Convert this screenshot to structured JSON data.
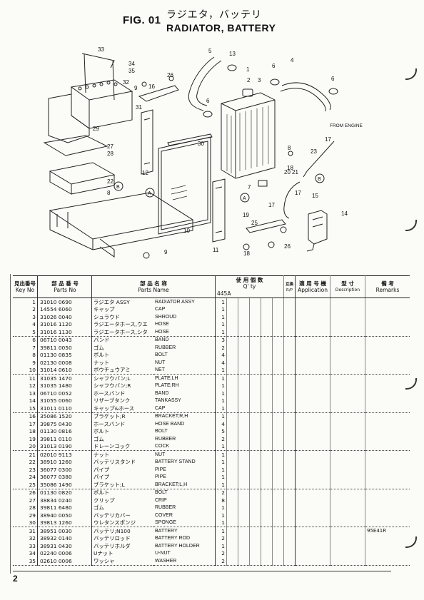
{
  "header": {
    "fig": "FIG. 01",
    "title_jp": "ラジエタ，バッテリ",
    "title_en": "RADIATOR, BATTERY"
  },
  "diagram": {
    "callouts": [
      "1",
      "2",
      "3",
      "4",
      "5",
      "6",
      "6",
      "6",
      "7",
      "8",
      "8",
      "9",
      "9",
      "10",
      "11",
      "12",
      "13",
      "14",
      "15",
      "16",
      "17",
      "17",
      "17",
      "18",
      "18",
      "19",
      "20",
      "21",
      "22",
      "23",
      "25",
      "26",
      "26",
      "27",
      "28",
      "29",
      "30",
      "31",
      "32",
      "33",
      "34",
      "35"
    ],
    "circle_labels": [
      "A",
      "A",
      "B",
      "B"
    ],
    "from_engine": "FROM ENGINE"
  },
  "table": {
    "headers": {
      "key_jp": "見出番号",
      "key_en": "Key No",
      "parts_no_jp": "部 品 番 号",
      "parts_no_en": "Parts No",
      "parts_name_jp": "部 品 名 称",
      "parts_name_en": "Parts Name",
      "qty_jp": "使 用 個 数",
      "qty_en": "Q' ty",
      "qty_model": "445A",
      "interchange_jp": "互換",
      "interchange_en": "R/P",
      "application_jp": "適 用 号 機",
      "application_en": "Application",
      "description_jp": "型 寸",
      "description_en": "Description",
      "remarks_jp": "備 考",
      "remarks_en": "Remarks"
    },
    "rows": [
      {
        "key": "1",
        "part_no": "31010 0690",
        "name_jp": "ラジエタ ASSY",
        "name_en": "RADIATOR ASSY",
        "qty": "1",
        "remarks": ""
      },
      {
        "key": "2",
        "part_no": "14554 6060",
        "name_jp": "キャップ",
        "name_en": "CAP",
        "qty": "1",
        "remarks": ""
      },
      {
        "key": "3",
        "part_no": "31026 0040",
        "name_jp": "シュラウド",
        "name_en": "SHROUD",
        "qty": "1",
        "remarks": ""
      },
      {
        "key": "4",
        "part_no": "31016 1120",
        "name_jp": "ラジエータホース,ウエ",
        "name_en": "HOSE",
        "qty": "1",
        "remarks": ""
      },
      {
        "key": "5",
        "part_no": "31016 1130",
        "name_jp": "ラジエータホース,シタ",
        "name_en": "HOSE",
        "qty": "1",
        "remarks": ""
      },
      {
        "key": "6",
        "part_no": "06710 0043",
        "name_jp": "バンド",
        "name_en": "BAND",
        "qty": "3",
        "remarks": ""
      },
      {
        "key": "7",
        "part_no": "39811 0050",
        "name_jp": "ゴム",
        "name_en": "RUBBER",
        "qty": "2",
        "remarks": ""
      },
      {
        "key": "8",
        "part_no": "01130 0835",
        "name_jp": "ボルト",
        "name_en": "BOLT",
        "qty": "4",
        "remarks": ""
      },
      {
        "key": "9",
        "part_no": "02130 0008",
        "name_jp": "ナット",
        "name_en": "NUT",
        "qty": "4",
        "remarks": ""
      },
      {
        "key": "10",
        "part_no": "31014 0610",
        "name_jp": "ボウチュウアミ",
        "name_en": "NET",
        "qty": "1",
        "remarks": ""
      },
      {
        "key": "11",
        "part_no": "31035 1470",
        "name_jp": "シャフウバン;L",
        "name_en": "PLATE;LH",
        "qty": "1",
        "remarks": ""
      },
      {
        "key": "12",
        "part_no": "31035 1480",
        "name_jp": "シャフウバン;R",
        "name_en": "PLATE;RH",
        "qty": "1",
        "remarks": ""
      },
      {
        "key": "13",
        "part_no": "06710 0052",
        "name_jp": "ホースバンド",
        "name_en": "BAND",
        "qty": "1",
        "remarks": ""
      },
      {
        "key": "14",
        "part_no": "31055 0060",
        "name_jp": "リザーブタンク",
        "name_en": "TANKASSY",
        "qty": "1",
        "remarks": ""
      },
      {
        "key": "15",
        "part_no": "31011 0110",
        "name_jp": "キャップ&ホース",
        "name_en": "CAP",
        "qty": "1",
        "remarks": ""
      },
      {
        "key": "16",
        "part_no": "35086 1520",
        "name_jp": "ブラケット;R",
        "name_en": "BRACKET;R,H",
        "qty": "1",
        "remarks": ""
      },
      {
        "key": "17",
        "part_no": "39875 0430",
        "name_jp": "ホースバンド",
        "name_en": "HOSE BAND",
        "qty": "4",
        "remarks": ""
      },
      {
        "key": "18",
        "part_no": "01130 0816",
        "name_jp": "ボルト",
        "name_en": "BOLT",
        "qty": "5",
        "remarks": ""
      },
      {
        "key": "19",
        "part_no": "39811 0110",
        "name_jp": "ゴム",
        "name_en": "RUBBER",
        "qty": "2",
        "remarks": ""
      },
      {
        "key": "20",
        "part_no": "31013 0190",
        "name_jp": "ドレーンコック",
        "name_en": "COCK",
        "qty": "1",
        "remarks": ""
      },
      {
        "key": "21",
        "part_no": "02010 9113",
        "name_jp": "ナット",
        "name_en": "NUT",
        "qty": "1",
        "remarks": ""
      },
      {
        "key": "22",
        "part_no": "38910 1260",
        "name_jp": "バッテリスタンド",
        "name_en": "BATTERY STAND",
        "qty": "1",
        "remarks": ""
      },
      {
        "key": "23",
        "part_no": "36077 0300",
        "name_jp": "パイプ",
        "name_en": "PIPE",
        "qty": "1",
        "remarks": ""
      },
      {
        "key": "24",
        "part_no": "36077 0380",
        "name_jp": "パイプ",
        "name_en": "PIPE",
        "qty": "1",
        "remarks": ""
      },
      {
        "key": "25",
        "part_no": "35086 1490",
        "name_jp": "ブラケット;L",
        "name_en": "BRACKET;L,H",
        "qty": "1",
        "remarks": ""
      },
      {
        "key": "26",
        "part_no": "01130 0820",
        "name_jp": "ボルト",
        "name_en": "BOLT",
        "qty": "2",
        "remarks": ""
      },
      {
        "key": "27",
        "part_no": "38834 0240",
        "name_jp": "クリップ",
        "name_en": "CRIP",
        "qty": "8",
        "remarks": ""
      },
      {
        "key": "28",
        "part_no": "39811 6480",
        "name_jp": "ゴム",
        "name_en": "RUBBER",
        "qty": "1",
        "remarks": ""
      },
      {
        "key": "29",
        "part_no": "38940 0050",
        "name_jp": "バッテリカバー",
        "name_en": "COVER",
        "qty": "1",
        "remarks": ""
      },
      {
        "key": "30",
        "part_no": "39813 1260",
        "name_jp": "ウレタンスポンジ",
        "name_en": "SPONGE",
        "qty": "1",
        "remarks": ""
      },
      {
        "key": "31",
        "part_no": "38951 0030",
        "name_jp": "バッテリ;N100",
        "name_en": "BATTERY",
        "qty": "1",
        "remarks": "95E41R"
      },
      {
        "key": "32",
        "part_no": "38932 0140",
        "name_jp": "バッテリロッド",
        "name_en": "BATTERY ROD",
        "qty": "2",
        "remarks": ""
      },
      {
        "key": "33",
        "part_no": "38931 0430",
        "name_jp": "バッテリホルダ",
        "name_en": "BATTERY HOLDER",
        "qty": "1",
        "remarks": ""
      },
      {
        "key": "34",
        "part_no": "02240 0006",
        "name_jp": "Uナット",
        "name_en": "U-NUT",
        "qty": "2",
        "remarks": ""
      },
      {
        "key": "35",
        "part_no": "02610 0006",
        "name_jp": "ワッシャ",
        "name_en": "WASHER",
        "qty": "2",
        "remarks": ""
      }
    ]
  },
  "footer": {
    "page_number": "2"
  }
}
